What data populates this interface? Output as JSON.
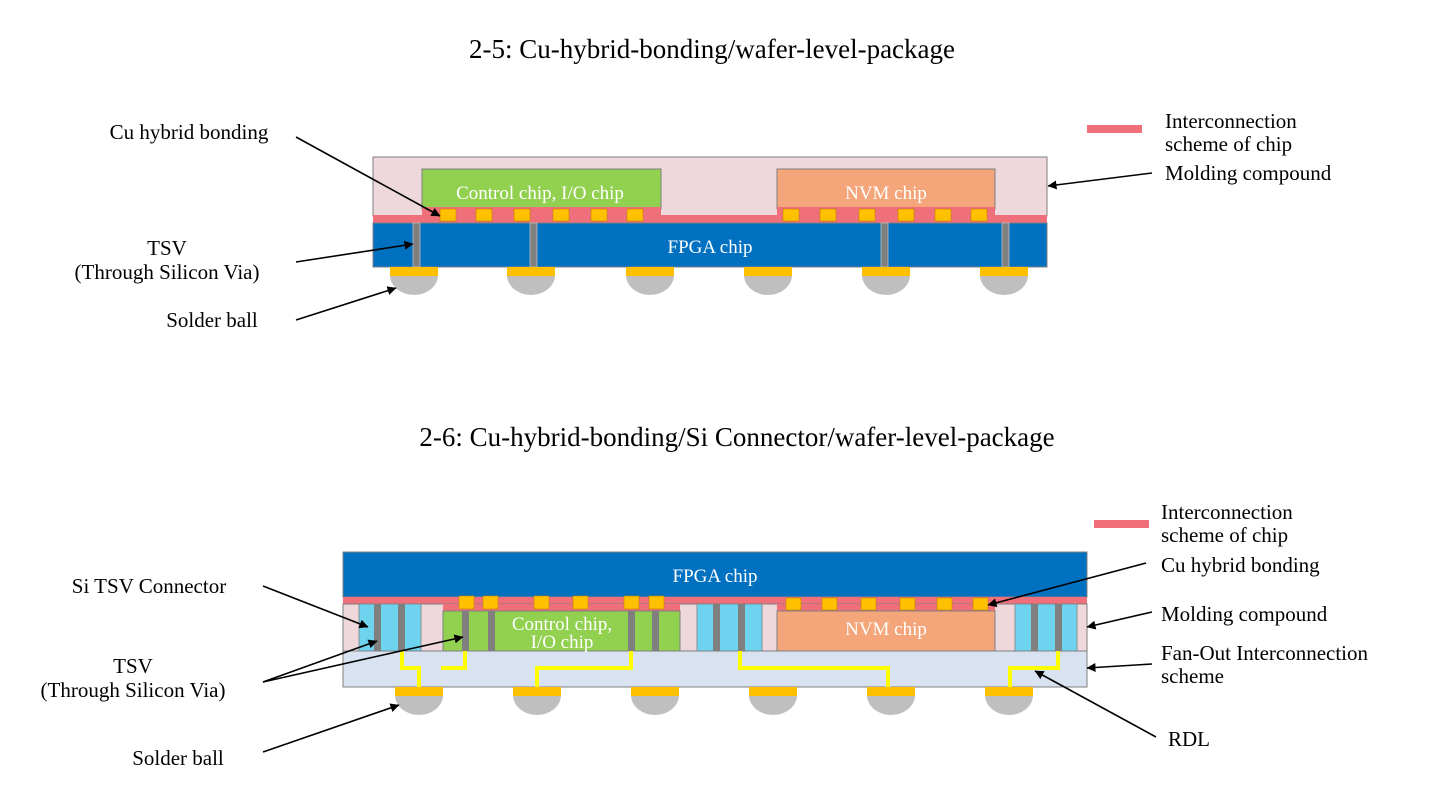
{
  "colors": {
    "molding": "#eed8dc",
    "fpga": "#0070c0",
    "control_chip": "#92d050",
    "nvm_chip": "#f4a67a",
    "interconnect": "#ef6f7a",
    "pad": "#ffc000",
    "solder_ball": "#bfbfbf",
    "tsv": "#7f7f7f",
    "si_connector": "#6ed3ee",
    "rdl_layer": "#d9e2f1",
    "rdl_line": "#ffff00"
  },
  "top": {
    "title": "2-5: Cu-hybrid-bonding/wafer-level-package",
    "labels": {
      "cu_hybrid": "Cu hybrid bonding",
      "tsv_line1": "TSV",
      "tsv_line2": "(Through Silicon Via)",
      "solder_ball": "Solder ball",
      "molding": "Molding compound"
    },
    "legend": {
      "line1": "Interconnection",
      "line2": "scheme of chip"
    },
    "chips": {
      "control": "Control chip, I/O chip",
      "nvm": "NVM chip",
      "fpga": "FPGA chip"
    }
  },
  "bottom": {
    "title": "2-6: Cu-hybrid-bonding/Si  Connector/wafer-level-package",
    "labels": {
      "si_tsv": "Si TSV Connector",
      "tsv_line1": "TSV",
      "tsv_line2": "(Through Silicon Via)",
      "solder_ball": "Solder ball",
      "cu_hybrid": "Cu hybrid bonding",
      "molding": "Molding compound",
      "fanout_line1": "Fan-Out Interconnection",
      "fanout_line2": "scheme",
      "rdl": "RDL"
    },
    "legend": {
      "line1": "Interconnection",
      "line2": "scheme of chip"
    },
    "chips": {
      "fpga": "FPGA chip",
      "control_line1": "Control chip,",
      "control_line2": "I/O chip",
      "nvm": "NVM chip"
    }
  }
}
